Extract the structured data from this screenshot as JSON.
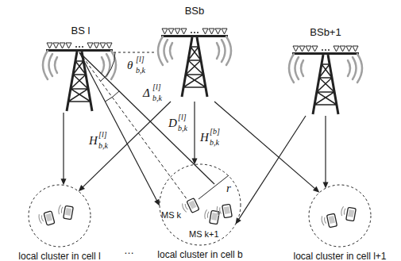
{
  "diagram": {
    "nodes": [
      {
        "text": [
          "BS l"
        ]
      },
      {
        "text": [
          "BSb"
        ]
      },
      {
        "text": [
          "BSb+1"
        ]
      },
      {
        "text": [
          "local cluster in cell l"
        ]
      },
      {
        "text": [
          "local cluster in cell b"
        ]
      },
      {
        "text": [
          "local cluster in cell l+1"
        ]
      }
    ],
    "edges": [
      {
        "from": 0,
        "to": 3,
        "arrow": "to"
      },
      {
        "from": 0,
        "to": 4,
        "arrow": "to"
      },
      {
        "from": 1,
        "to": 3,
        "arrow": "to"
      },
      {
        "from": 1,
        "to": 4,
        "arrow": "to"
      },
      {
        "from": 1,
        "to": 5,
        "arrow": "to"
      },
      {
        "from": 2,
        "to": 5,
        "arrow": "to"
      },
      {
        "from": 2,
        "to": 4,
        "arrow": "to"
      }
    ],
    "labels": [
      "θ",
      "[l]",
      "b,k",
      "Δ",
      "[l]",
      "b,k",
      "D",
      "[l]",
      "b,k",
      "H",
      "[b]",
      "b,k",
      "H",
      "[l]",
      "b,k",
      "r",
      "MS k",
      "MS k+1",
      "…"
    ]
  }
}
